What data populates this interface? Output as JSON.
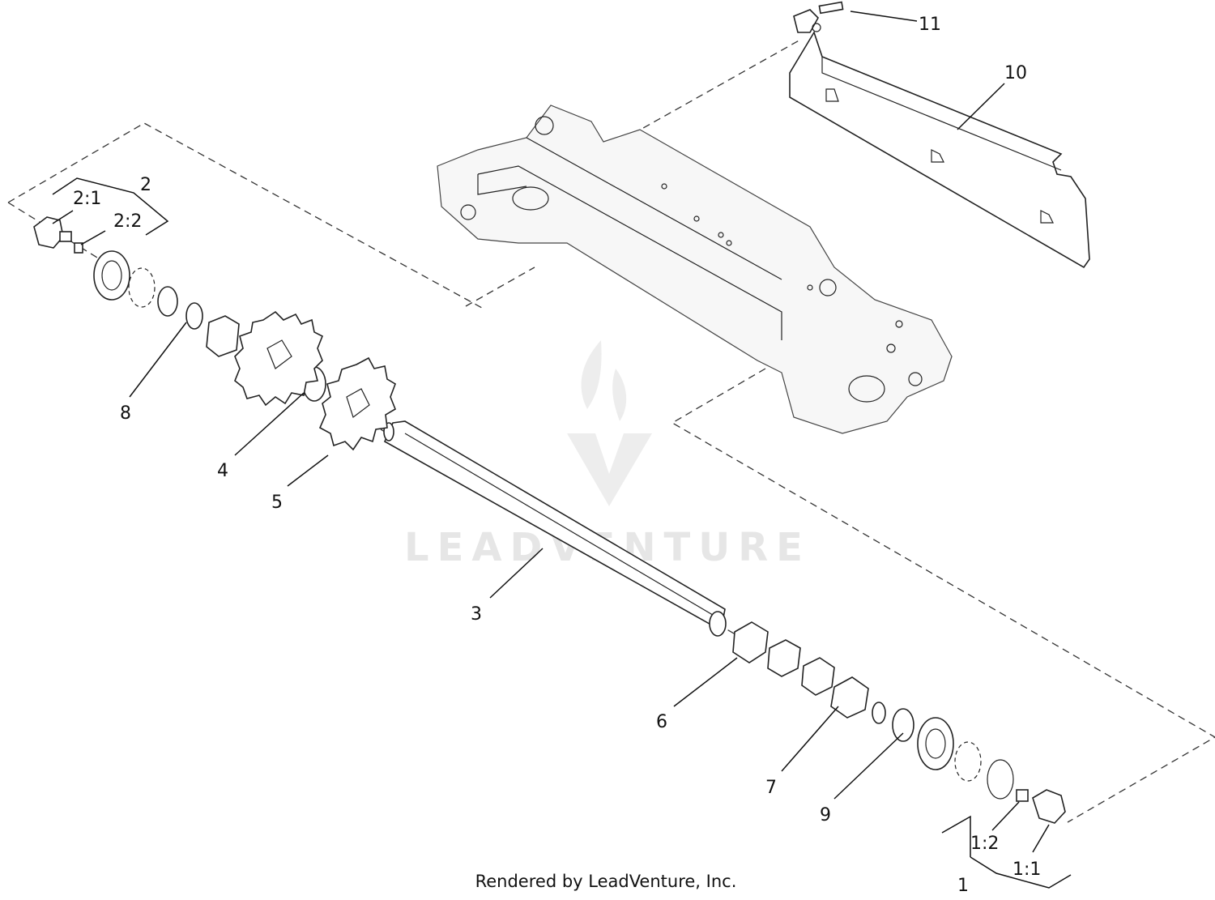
{
  "callouts": {
    "c1": "1",
    "c1_1": "1:1",
    "c1_2": "1:2",
    "c2": "2",
    "c2_1": "2:1",
    "c2_2": "2:2",
    "c3": "3",
    "c4": "4",
    "c5": "5",
    "c6": "6",
    "c7": "7",
    "c8": "8",
    "c9": "9",
    "c10": "10",
    "c11": "11"
  },
  "watermark": {
    "text": "LEADVENTURE"
  },
  "footer": {
    "credit": "Rendered by LeadVenture, Inc."
  }
}
